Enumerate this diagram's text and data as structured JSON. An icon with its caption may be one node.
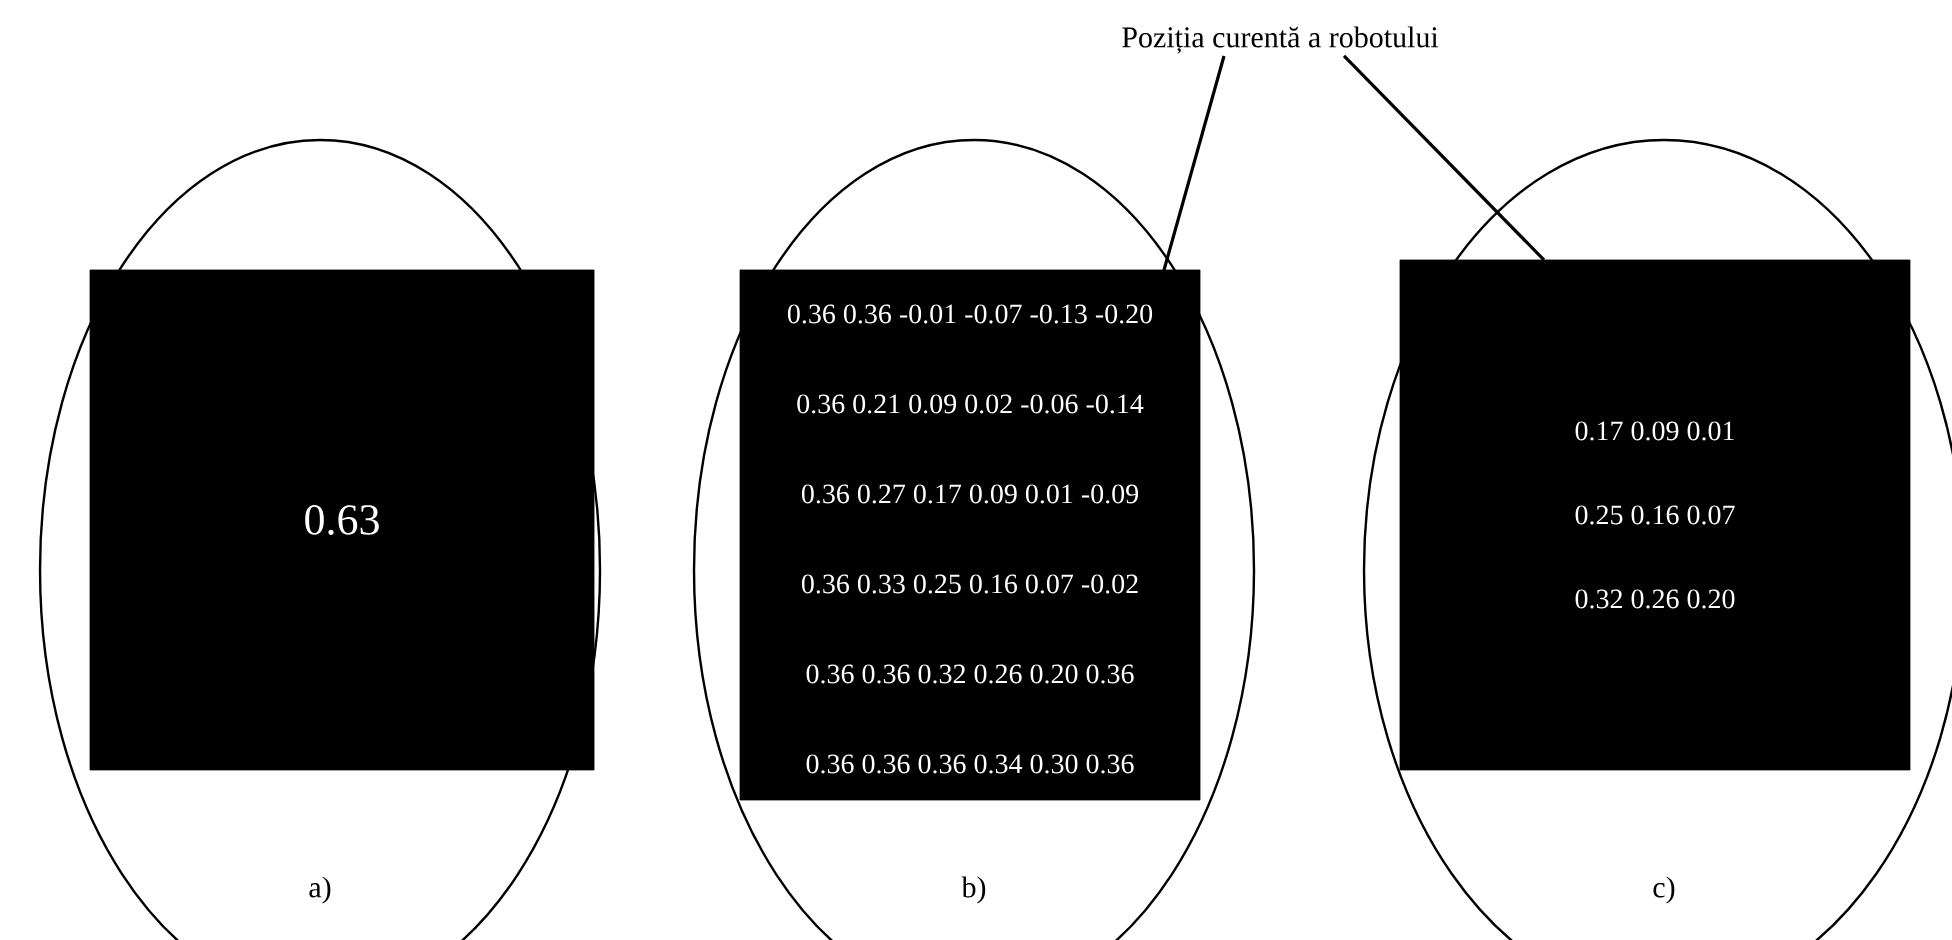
{
  "diagram": {
    "nodes": [
      {
        "text": [
          "a)"
        ]
      },
      {
        "text": [
          "0.63"
        ],
        "in": 0
      },
      {
        "text": [
          "b)"
        ]
      },
      {
        "text": [
          "0.36 0.36 -0.01 -0.07 -0.13 -0.20",
          "0.36 0.21 0.09 0.02 -0.06 -0.14",
          "0.36 0.27 0.17 0.09 0.01 -0.09",
          "0.36 0.33 0.25 0.16 0.07 -0.02",
          "0.36 0.36 0.32 0.26 0.20 0.36",
          "0.36 0.36 0.36 0.34 0.30 0.36"
        ],
        "in": 2
      },
      {
        "text": [
          "c)"
        ]
      },
      {
        "text": [
          "0.17 0.09 0.01",
          "0.25 0.16 0.07",
          "0.32 0.26 0.20"
        ],
        "in": 4
      },
      {
        "text": [
          "Poziția curentă a robotului"
        ]
      }
    ],
    "edges": [
      {
        "from": 6,
        "to": 3,
        "arrow": "none"
      },
      {
        "from": 6,
        "to": 5,
        "arrow": "none"
      }
    ]
  }
}
